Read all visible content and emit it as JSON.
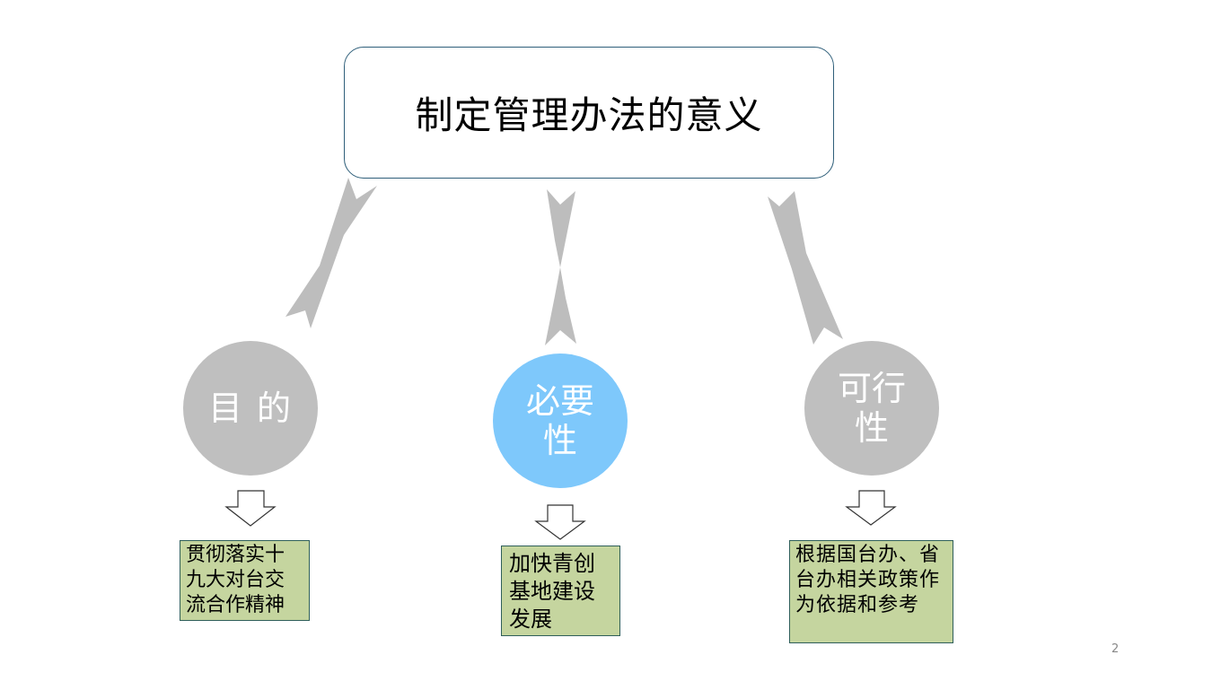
{
  "title": "制定管理办法的意义",
  "circles": [
    {
      "label": "目 的",
      "color": "#bfbfbf"
    },
    {
      "label": "必要性",
      "color": "#7ec8fb"
    },
    {
      "label": "可行性",
      "color": "#bfbfbf"
    }
  ],
  "notes": [
    "贯彻落实十九大对台交流合作精神",
    "加快青创基地建设发展",
    "根据国台办、省台办相关政策作为依据和参考"
  ],
  "colors": {
    "connector": "#bdbdbd",
    "note_bg": "#c5d59f",
    "border": "#2f5f7a"
  },
  "page_number": "2"
}
